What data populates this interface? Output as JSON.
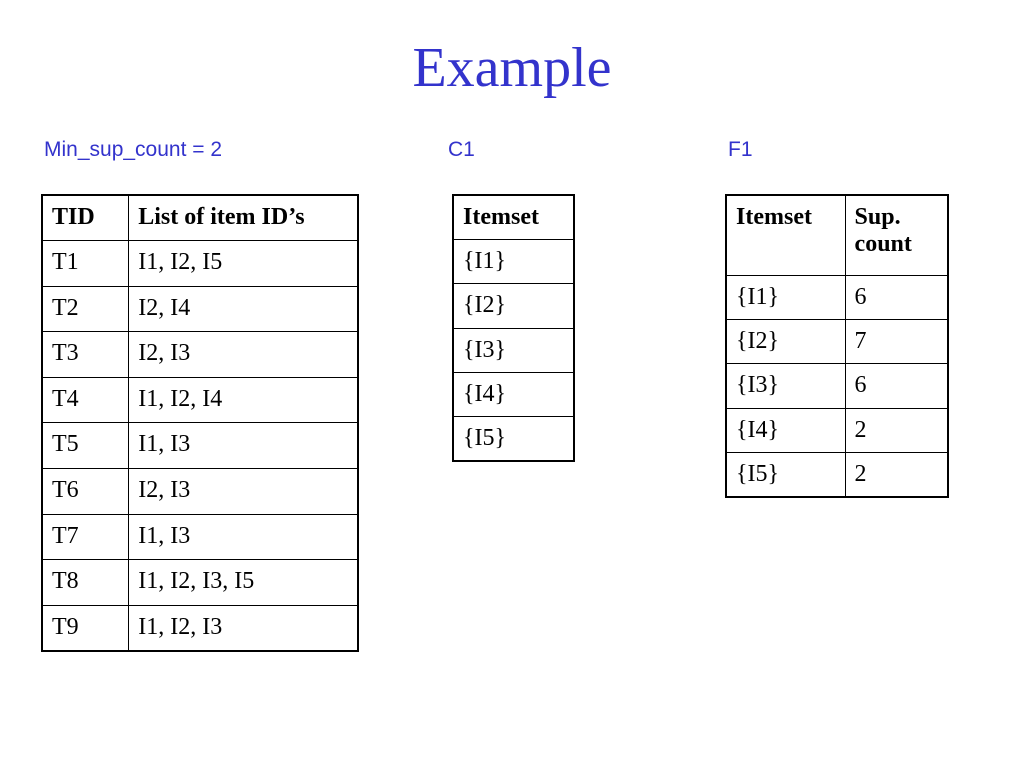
{
  "slide": {
    "title": "Example"
  },
  "labels": {
    "min_sup": "Min_sup_count = 2",
    "c1": "C1",
    "f1": "F1"
  },
  "transactions": {
    "headers": [
      "TID",
      "List of item ID’s"
    ],
    "rows": [
      [
        "T1",
        "I1, I2, I5"
      ],
      [
        "T2",
        "I2, I4"
      ],
      [
        "T3",
        "I2, I3"
      ],
      [
        "T4",
        "I1, I2, I4"
      ],
      [
        "T5",
        "I1, I3"
      ],
      [
        "T6",
        "I2, I3"
      ],
      [
        "T7",
        "I1, I3"
      ],
      [
        "T8",
        "I1, I2, I3, I5"
      ],
      [
        "T9",
        "I1, I2, I3"
      ]
    ]
  },
  "c1": {
    "header": "Itemset",
    "rows": [
      "{I1}",
      "{I2}",
      "{I3}",
      "{I4}",
      "{I5}"
    ]
  },
  "f1": {
    "headers": [
      "Itemset",
      "Sup. count"
    ],
    "rows": [
      [
        "{I1}",
        "6"
      ],
      [
        "{I2}",
        "7"
      ],
      [
        "{I3}",
        "6"
      ],
      [
        "{I4}",
        "2"
      ],
      [
        "{I5}",
        "2"
      ]
    ]
  },
  "colors": {
    "title": "#3333cc",
    "labels": "#3333cc",
    "text": "#000000",
    "border": "#000000"
  }
}
